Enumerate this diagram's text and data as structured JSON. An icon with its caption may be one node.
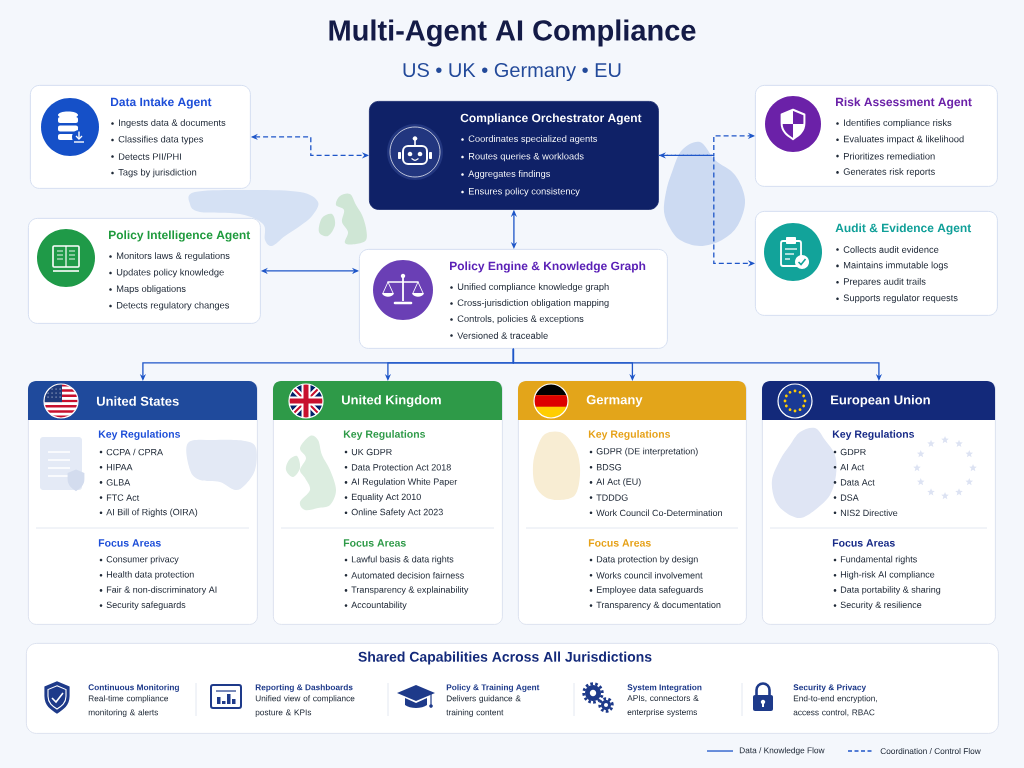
{
  "diagram": {
    "title": "Multi-Agent AI Compliance",
    "nodes": [
      {
        "text": [
          "Data Intake Agent",
          "Ingests data & documents",
          "Classifies data types",
          "Detects PII/PHI",
          "Tags by jurisdiction"
        ]
      },
      {
        "text": [
          "Compliance Orchestrator Agent",
          "Coordinates specialized agents",
          "Routes queries & workloads",
          "Aggregates findings",
          "Ensures policy consistency"
        ]
      },
      {
        "text": [
          "Risk Assessment Agent",
          "Identifies compliance risks",
          "Evaluates impact & likelihood",
          "Prioritizes remediation",
          "Generates risk reports"
        ]
      },
      {
        "text": [
          "Policy Intelligence Agent",
          "Monitors laws & regulations",
          "Updates policy knowledge",
          "Maps obligations",
          "Detects regulatory changes"
        ]
      },
      {
        "text": [
          "Policy Engine & Knowledge Graph",
          "Unified compliance knowledge graph",
          "Cross-jurisdiction obligation mapping",
          "Controls, policies & exceptions",
          "Versioned & traceable"
        ]
      },
      {
        "text": [
          "Audit & Evidence Agent",
          "Collects audit evidence",
          "Maintains immutable logs",
          "Prepares audit trails",
          "Supports regulator requests"
        ]
      },
      {
        "text": [
          "United States",
          "Key Regulations",
          "CCPA / CPRA",
          "HIPAA",
          "GLBA",
          "FTC Act",
          "AI Bill of Rights (OIRA)",
          "Focus Areas",
          "Consumer privacy",
          "Health data protection",
          "Fair & non-discriminatory AI",
          "Security safeguards"
        ]
      },
      {
        "text": [
          "United Kingdom",
          "Key Regulations",
          "UK GDPR",
          "Data Protection Act 2018",
          "AI Regulation White Paper",
          "Equality Act 2010",
          "Online Safety Act 2023",
          "Focus Areas",
          "Lawful basis & data rights",
          "Automated decision fairness",
          "Transparency & explainability",
          "Accountability"
        ]
      },
      {
        "text": [
          "Germany",
          "Key Regulations",
          "GDPR (DE interpretation)",
          "BDSG",
          "AI Act (EU)",
          "TDDDG",
          "Work Council Co-Determination",
          "Focus Areas",
          "Data protection by design",
          "Works council involvement",
          "Employee data safeguards",
          "Transparency & documentation"
        ]
      },
      {
        "text": [
          "European Union",
          "Key Regulations",
          "GDPR",
          "AI Act",
          "Data Act",
          "DSA",
          "NIS2 Directive",
          "Focus Areas",
          "Fundamental rights",
          "High-risk AI compliance",
          "Data portability & sharing",
          "Security & resilience"
        ]
      },
      {
        "text": [
          "Shared Capabilities Across All Jurisdictions",
          "Continuous Monitoring",
          "Real-time compliance monitoring & alerts",
          "Reporting & Dashboards",
          "Unified view of compliance posture & KPIs",
          "Policy & Training Agent",
          "Delivers guidance & training content",
          "System Integration",
          "APIs, connectors & enterprise systems",
          "Security & Privacy",
          "End-to-end encryption, access control, RBAC"
        ]
      }
    ],
    "edges": [
      {
        "from": 0,
        "to": 1,
        "arrow": "both",
        "style": "dashed"
      },
      {
        "from": 1,
        "to": 2,
        "arrow": "both",
        "style": "dashed"
      },
      {
        "from": 1,
        "to": 4,
        "arrow": "both"
      },
      {
        "from": 3,
        "to": 4,
        "arrow": "both"
      },
      {
        "from": 1,
        "to": 5,
        "arrow": "to",
        "style": "dashed"
      },
      {
        "from": 4,
        "to": 6,
        "arrow": "to"
      },
      {
        "from": 4,
        "to": 7,
        "arrow": "to"
      },
      {
        "from": 4,
        "to": 8,
        "arrow": "to"
      },
      {
        "from": 4,
        "to": 9,
        "arrow": "to"
      }
    ],
    "labels": [
      "US • UK • Germany • EU"
    ],
    "legend": [
      {
        "text": "Data / Knowledge Flow"
      },
      {
        "text": "Coordination / Control Flow"
      }
    ]
  }
}
